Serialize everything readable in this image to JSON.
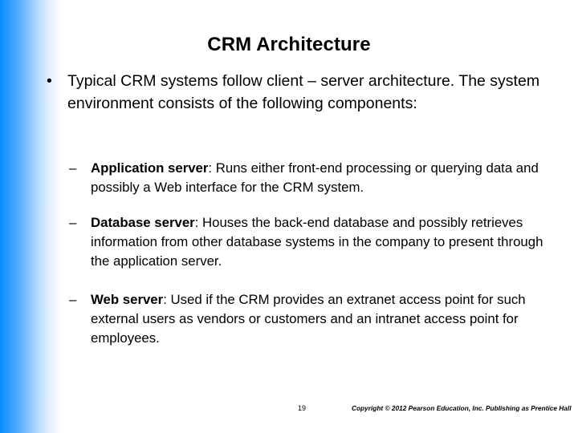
{
  "slide": {
    "title": "CRM Architecture",
    "background_color": "#FFFFFF",
    "accent_color": "#068CFF"
  },
  "bullets": {
    "level1": {
      "marker": "•",
      "text": "Typical CRM systems follow client – server architecture. The system environment consists of the following components:"
    },
    "level2_marker": "–",
    "level2": [
      {
        "lead": "Application server",
        "body": ": Runs either front-end processing or querying data and possibly a Web interface for the CRM system."
      },
      {
        "lead": "Database server",
        "body": ": Houses the back-end database and possibly retrieves information from other database systems in the company to present through the application server."
      },
      {
        "lead": "Web server",
        "body": ": Used if the CRM provides an extranet access point for such external users as vendors or customers and an intranet access point for employees."
      }
    ]
  },
  "footer": {
    "page_number": "19",
    "copyright": "Copyright © 2012 Pearson Education, Inc. Publishing as Prentice Hall"
  }
}
